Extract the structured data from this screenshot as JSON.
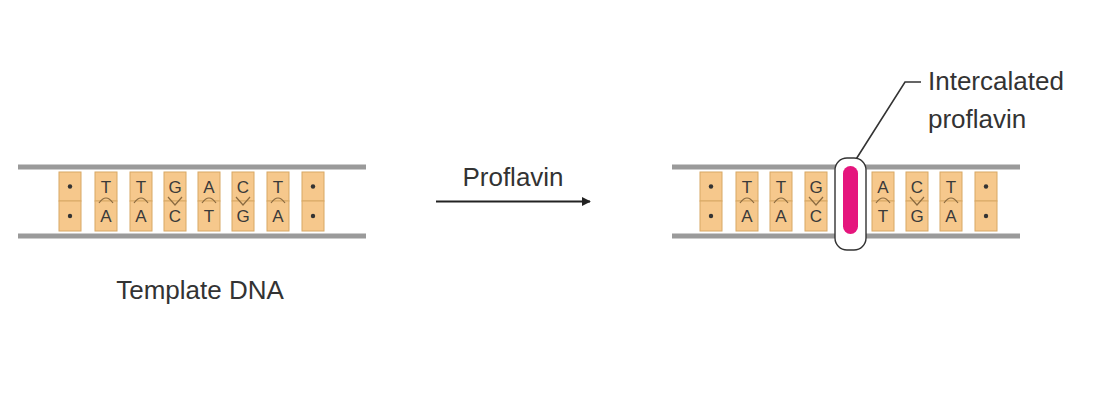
{
  "diagram": {
    "nodes": [
      {
        "text": [
          "T",
          "T",
          "G",
          "A",
          "C",
          "T",
          "A",
          "A",
          "C",
          "T",
          "G",
          "A",
          "Template DNA"
        ]
      },
      {
        "text": [
          "T",
          "T",
          "G",
          "A",
          "C",
          "T",
          "A",
          "A",
          "C",
          "T",
          "G",
          "A"
        ]
      }
    ],
    "edges": [
      {
        "from": 0,
        "to": 1,
        "arrow": "to",
        "label": "Proflavin"
      }
    ],
    "labels": [
      "Intercalated proflavin"
    ]
  }
}
